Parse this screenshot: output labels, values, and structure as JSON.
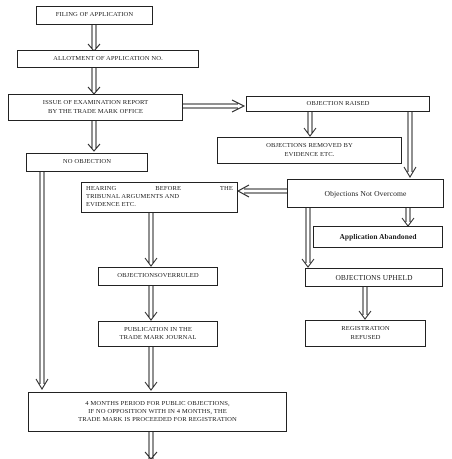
{
  "nodes": {
    "filing": "FILING OF APPLICATION",
    "allotment": "ALLOTMENT OF APPLICATION NO.",
    "issue_line1": "ISSUE OF EXAMINATION REPORT",
    "issue_line2": "BY THE TRADE MARK OFFICE",
    "objection_raised": "OBJECTION RAISED",
    "removed_line1": "OBJECTIONS REMOVED BY",
    "removed_line2": "EVIDENCE ETC.",
    "no_objection": "NO OBJECTION",
    "hearing_line1": "HEARING BEFORE THE",
    "hearing_line2": "TRIBUNAL ARGUMENTS AND",
    "hearing_line3": "EVIDENCE ETC.",
    "not_overcome": "Objections Not Overcome",
    "abandoned": "Application Abandoned",
    "overruled": "OBJECTIONSOVERRULED",
    "upheld": "OBJECTIONS UPHELD",
    "publication_line1": "PUBLICATION IN THE",
    "publication_line2": "TRADE MARK JOURNAL",
    "refused_line1": "REGISTRATION",
    "refused_line2": "REFUSED",
    "period_line1": "4 MONTHS PERIOD FOR PUBLIC OBJECTIONS,",
    "period_line2": "IF NO OPPOSITION WITH IN 4 MONTHS, THE",
    "period_line3": "TRADE MARK IS PROCEEDED FOR REGISTRATION"
  }
}
